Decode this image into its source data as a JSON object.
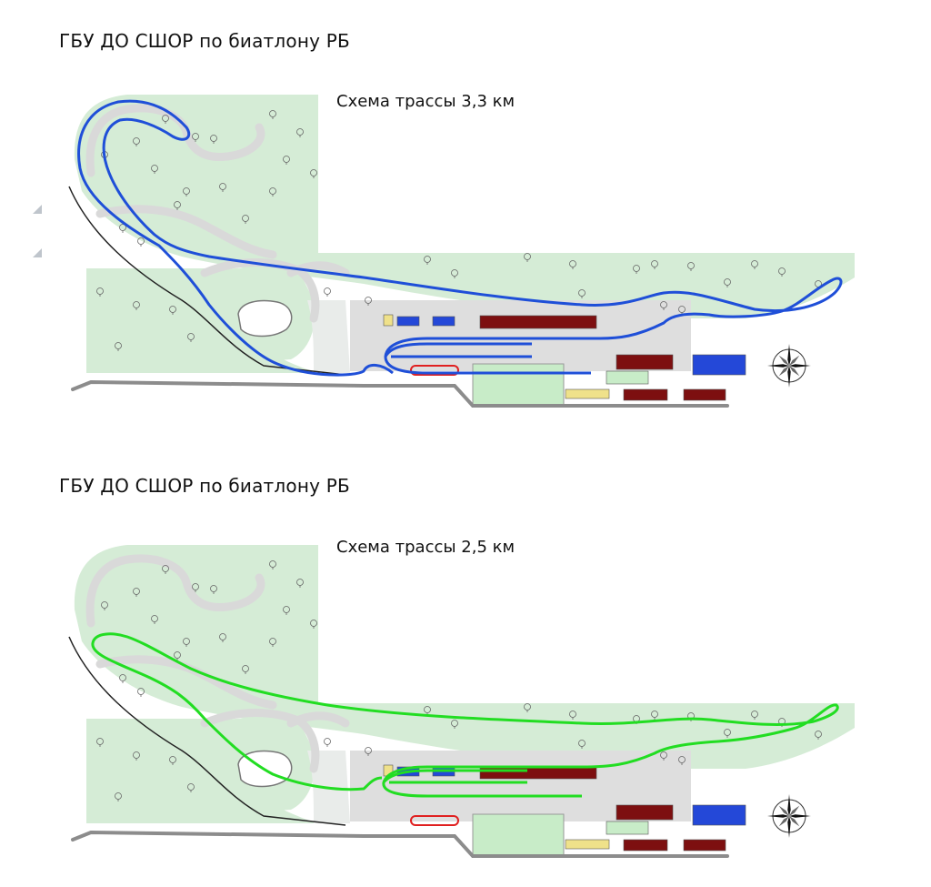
{
  "maps": [
    {
      "org_title": "ГБУ ДО СШОР по биатлону РБ",
      "scheme_title": "Схема трассы 3,3 км",
      "route_color": "#1f4fd8"
    },
    {
      "org_title": "ГБУ ДО СШОР по биатлону РБ",
      "scheme_title": "Схема трассы 2,5 км",
      "route_color": "#22dd22"
    }
  ],
  "palette": {
    "forest": "#d5ecd6",
    "path": "#d9d9d9",
    "road": "#8c8c8c",
    "building_red": "#7d0f10",
    "building_blue": "#2448d8",
    "building_yellow": "#efe18a",
    "stadium_green": "#c8ecc8"
  },
  "icons": [
    "tree-icon",
    "compass-rose-icon",
    "lake-icon"
  ]
}
